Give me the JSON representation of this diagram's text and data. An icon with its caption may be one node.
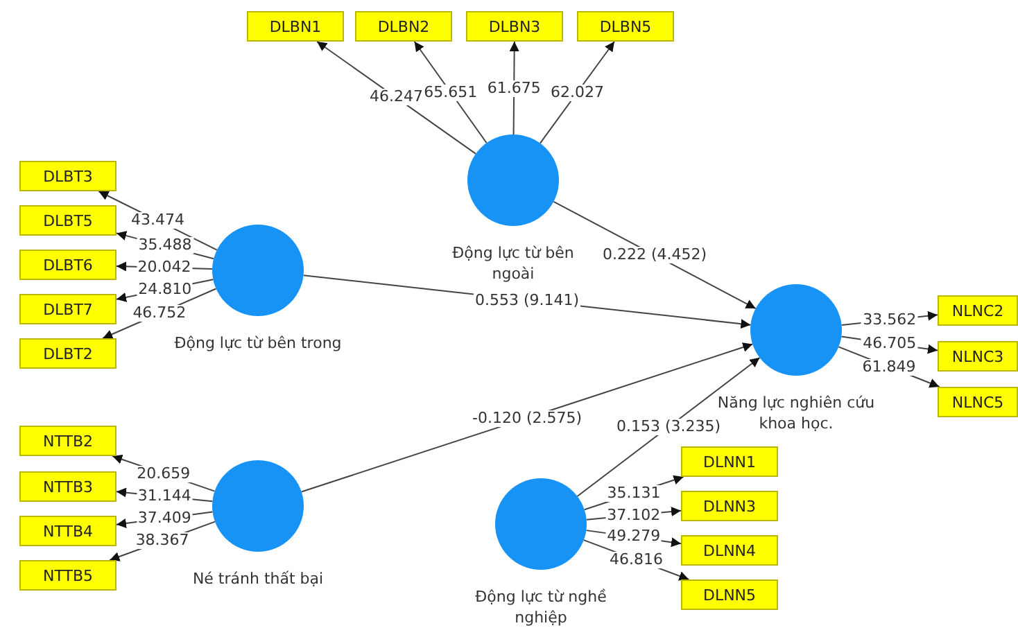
{
  "diagram": {
    "nodes": [
      {
        "text": [
          "DLBN1"
        ]
      },
      {
        "text": [
          "DLBN2"
        ]
      },
      {
        "text": [
          "DLBN3"
        ]
      },
      {
        "text": [
          "DLBN5"
        ]
      },
      {
        "text": [
          "Động lực từ bên ngoài"
        ]
      },
      {
        "text": [
          "DLBT3"
        ]
      },
      {
        "text": [
          "DLBT5"
        ]
      },
      {
        "text": [
          "DLBT6"
        ]
      },
      {
        "text": [
          "DLBT7"
        ]
      },
      {
        "text": [
          "DLBT2"
        ]
      },
      {
        "text": [
          "Động lực từ bên trong"
        ]
      },
      {
        "text": [
          "Năng lực nghiên cứu khoa học."
        ]
      },
      {
        "text": [
          "NLNC2"
        ]
      },
      {
        "text": [
          "NLNC3"
        ]
      },
      {
        "text": [
          "NLNC5"
        ]
      },
      {
        "text": [
          "NTTB2"
        ]
      },
      {
        "text": [
          "NTTB3"
        ]
      },
      {
        "text": [
          "NTTB4"
        ]
      },
      {
        "text": [
          "NTTB5"
        ]
      },
      {
        "text": [
          "Né tránh thất bại"
        ]
      },
      {
        "text": [
          "Động lực từ nghề nghiệp"
        ]
      },
      {
        "text": [
          "DLNN1"
        ]
      },
      {
        "text": [
          "DLNN3"
        ]
      },
      {
        "text": [
          "DLNN4"
        ]
      },
      {
        "text": [
          "DLNN5"
        ]
      }
    ],
    "edges": [
      {
        "from": 4,
        "to": 0,
        "arrow": "to",
        "label": "46.247"
      },
      {
        "from": 4,
        "to": 1,
        "arrow": "to",
        "label": "65.651"
      },
      {
        "from": 4,
        "to": 2,
        "arrow": "to",
        "label": "61.675"
      },
      {
        "from": 4,
        "to": 3,
        "arrow": "to",
        "label": "62.027"
      },
      {
        "from": 10,
        "to": 5,
        "arrow": "to",
        "label": "43.474"
      },
      {
        "from": 10,
        "to": 6,
        "arrow": "to",
        "label": "35.488"
      },
      {
        "from": 10,
        "to": 7,
        "arrow": "to",
        "label": "20.042"
      },
      {
        "from": 10,
        "to": 8,
        "arrow": "to",
        "label": "24.810"
      },
      {
        "from": 10,
        "to": 9,
        "arrow": "to",
        "label": "46.752"
      },
      {
        "from": 4,
        "to": 11,
        "arrow": "to",
        "label": "0.222 (4.452)"
      },
      {
        "from": 10,
        "to": 11,
        "arrow": "to",
        "label": "0.553 (9.141)"
      },
      {
        "from": 19,
        "to": 11,
        "arrow": "to",
        "label": "-0.120 (2.575)"
      },
      {
        "from": 20,
        "to": 11,
        "arrow": "to",
        "label": "0.153 (3.235)"
      },
      {
        "from": 11,
        "to": 12,
        "arrow": "to",
        "label": "33.562"
      },
      {
        "from": 11,
        "to": 13,
        "arrow": "to",
        "label": "46.705"
      },
      {
        "from": 11,
        "to": 14,
        "arrow": "to",
        "label": "61.849"
      },
      {
        "from": 19,
        "to": 15,
        "arrow": "to",
        "label": "20.659"
      },
      {
        "from": 19,
        "to": 16,
        "arrow": "to",
        "label": "31.144"
      },
      {
        "from": 19,
        "to": 17,
        "arrow": "to",
        "label": "37.409"
      },
      {
        "from": 19,
        "to": 18,
        "arrow": "to",
        "label": "38.367"
      },
      {
        "from": 20,
        "to": 21,
        "arrow": "to",
        "label": "35.131"
      },
      {
        "from": 20,
        "to": 22,
        "arrow": "to",
        "label": "37.102"
      },
      {
        "from": 20,
        "to": 23,
        "arrow": "to",
        "label": "49.279"
      },
      {
        "from": 20,
        "to": 24,
        "arrow": "to",
        "label": "46.816"
      }
    ]
  }
}
